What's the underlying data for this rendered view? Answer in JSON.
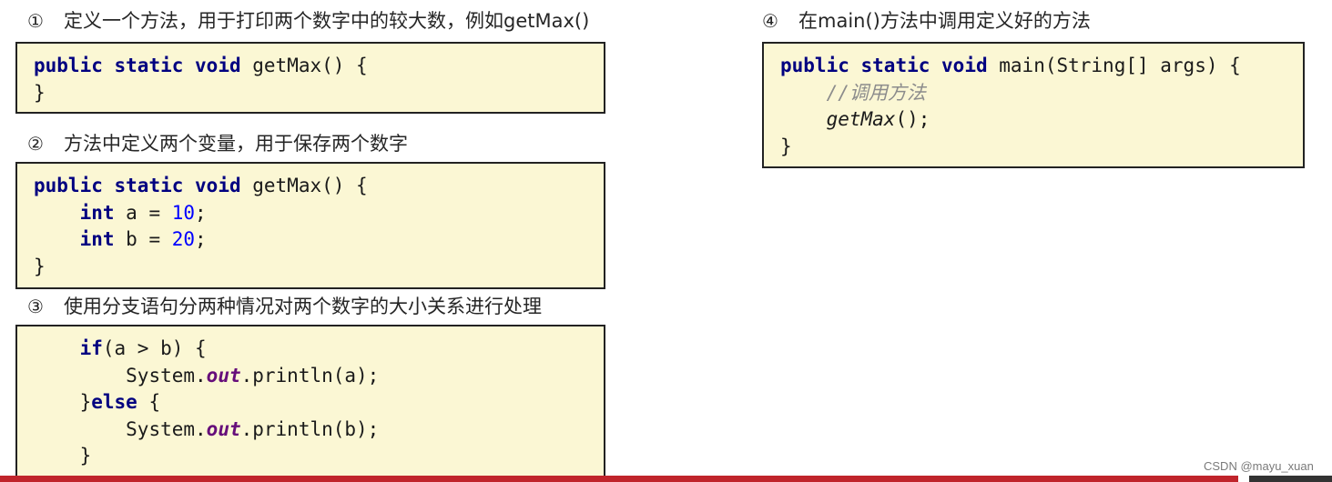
{
  "steps": [
    {
      "num": "①",
      "text": "定义一个方法，用于打印两个数字中的较大数，例如getMax()"
    },
    {
      "num": "②",
      "text": "方法中定义两个变量，用于保存两个数字"
    },
    {
      "num": "③",
      "text": "使用分支语句分两种情况对两个数字的大小关系进行处理"
    },
    {
      "num": "④",
      "text": "在main()方法中调用定义好的方法"
    }
  ],
  "code": {
    "kw_public": "public",
    "kw_static": "static",
    "kw_void": "void",
    "kw_int": "int",
    "kw_if": "if",
    "kw_else": "else",
    "method_getmax": "getMax",
    "method_main": "main",
    "main_params": "(String[] args) {",
    "parens_brace": "() {",
    "close_brace": "}",
    "var_a_decl": "a = ",
    "var_b_decl": "b = ",
    "val_a": "10",
    "val_b": "20",
    "semicolon": ";",
    "if_cond": "(a > b) {",
    "system": "System.",
    "out": "out",
    "println_a": ".println(a);",
    "println_b": ".println(b);",
    "else_close": "}",
    "else_open": " {",
    "comment": "//调用方法",
    "call_getmax": "getMax",
    "call_suffix": "();"
  },
  "watermark": "CSDN @mayu_xuan",
  "colors": {
    "box_bg": "#fbf7d4",
    "keyword": "#000080",
    "number": "#0000ff",
    "field": "#660e7a",
    "comment": "#8c8c8c",
    "footer_red": "#c0242b"
  }
}
